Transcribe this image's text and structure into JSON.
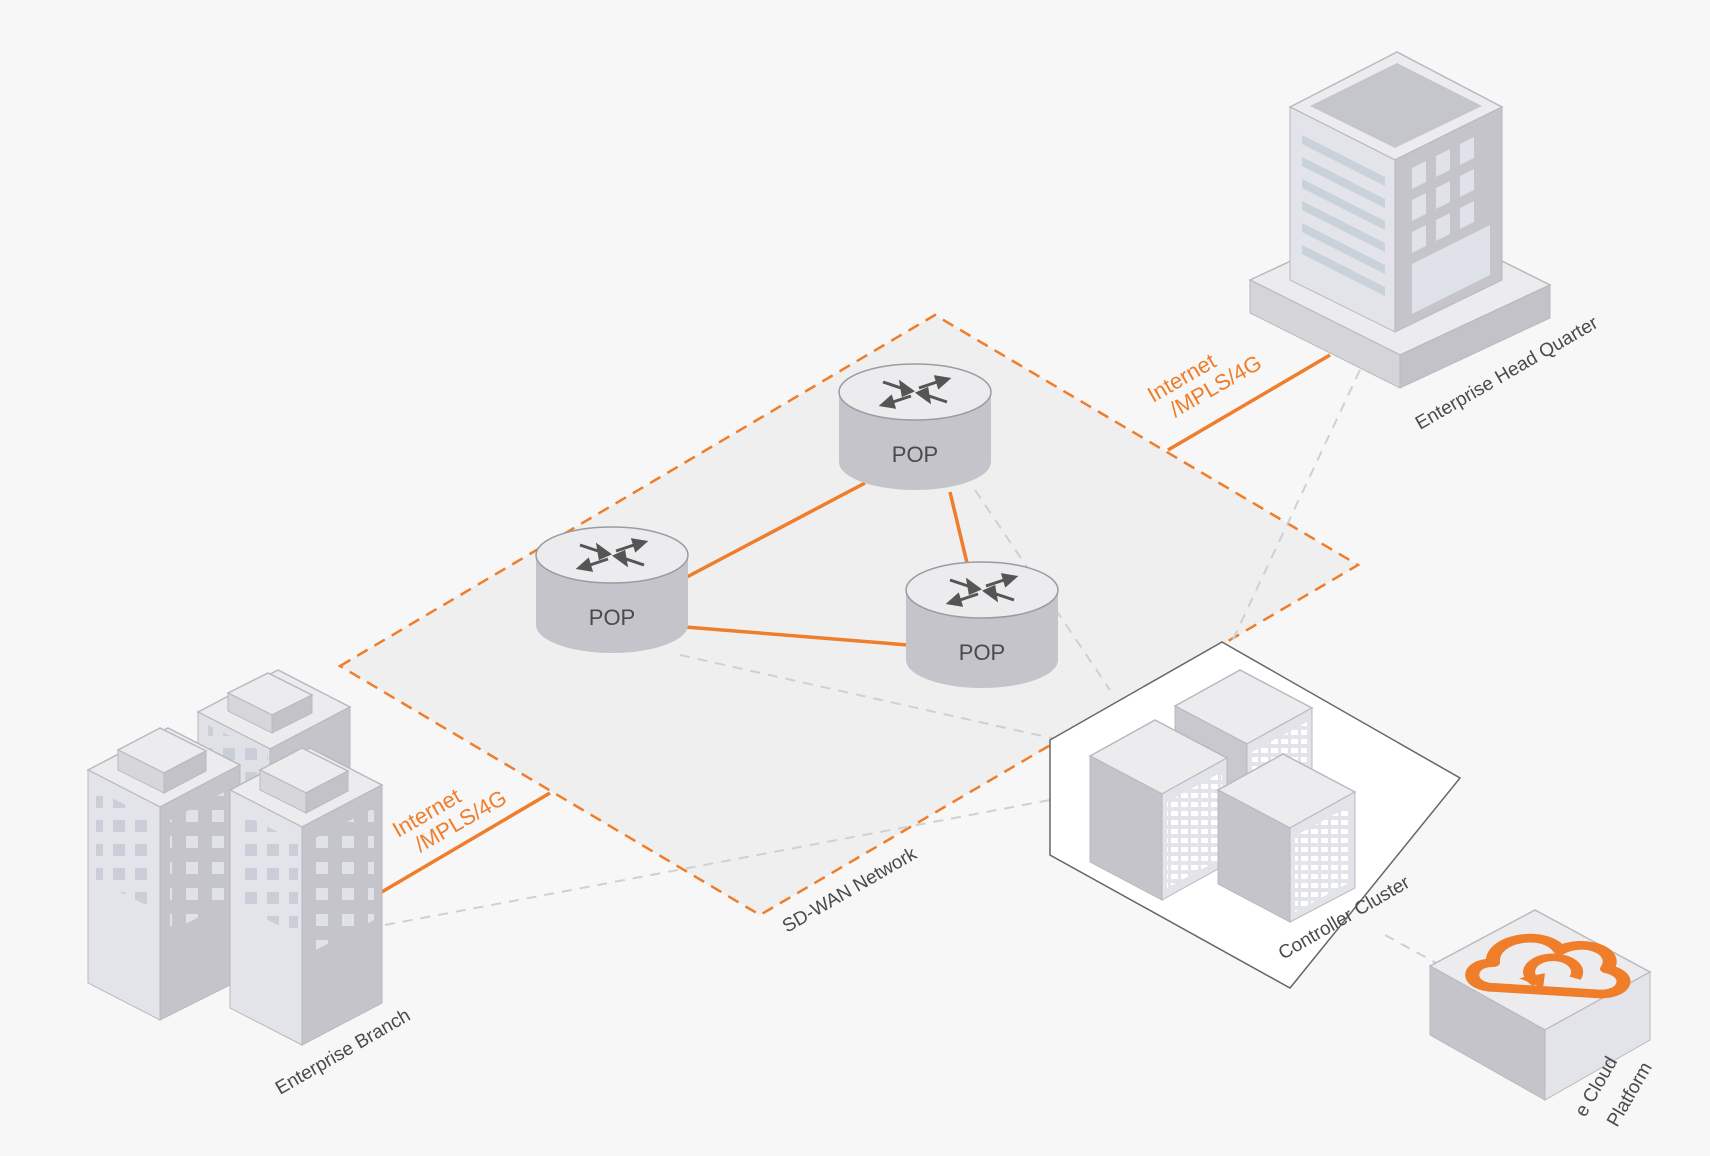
{
  "diagram": {
    "sdwan_label": "SD-WAN Network",
    "pop_label": "POP",
    "link_label_line1": "Internet",
    "link_label_line2": "/MPLS/4G",
    "nodes": {
      "hq": "Enterprise Head Quarter",
      "branch": "Enterprise Branch",
      "controller": "Controller Cluster",
      "cloud_line1": "e Cloud",
      "cloud_line2": "Platform"
    }
  },
  "colors": {
    "accent": "#f07d2a",
    "building_light": "#ececef",
    "building_dark": "#c4c4ca",
    "dashed_gray": "#d0d0d0"
  }
}
